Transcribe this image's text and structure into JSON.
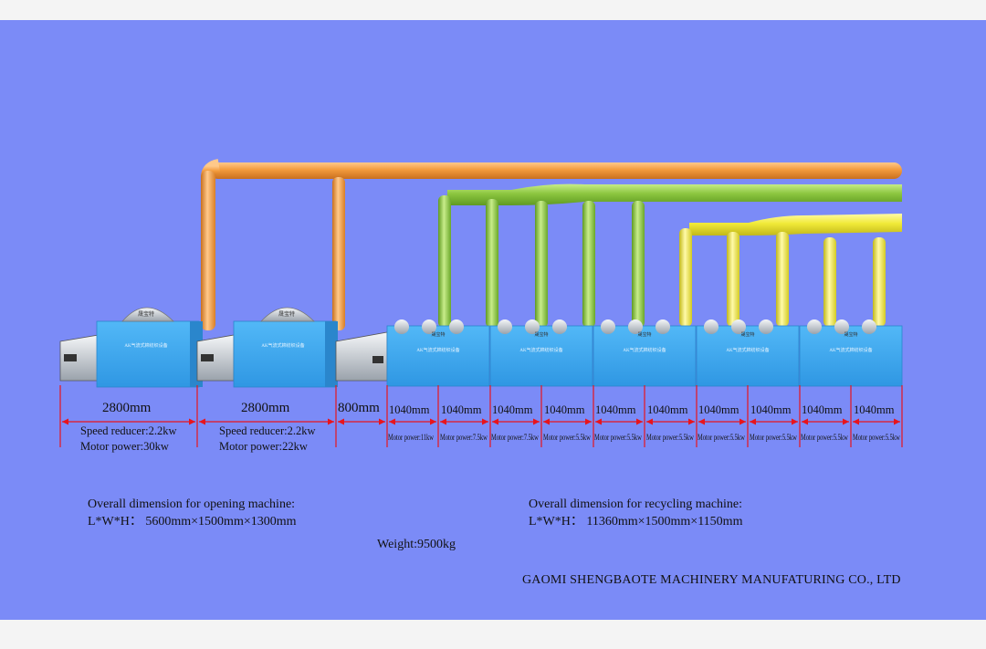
{
  "colors": {
    "background": "#7b8bf7",
    "page_border": "#f4f4f4",
    "machine_body": "#3aa8f2",
    "orange_pipe": "#f29a3c",
    "green_pipe": "#8cc63f",
    "yellow_pipe": "#f1ea38",
    "dimension_line": "#e8141c"
  },
  "opening_machines": [
    {
      "label": "2800mm",
      "speed_reducer": "Speed reducer:2.2kw",
      "motor_power": "Motor power:30kw"
    },
    {
      "label": "2800mm",
      "speed_reducer": "Speed reducer:2.2kw",
      "motor_power": "Motor power:22kw"
    }
  ],
  "gap_label": "800mm",
  "recycling_units": [
    {
      "label": "1040mm",
      "motor": "Motor power:11kw"
    },
    {
      "label": "1040mm",
      "motor": "Motor power:7.5kw"
    },
    {
      "label": "1040mm",
      "motor": "Motor power:7.5kw"
    },
    {
      "label": "1040mm",
      "motor": "Motor power:5.5kw"
    },
    {
      "label": "1040mm",
      "motor": "Motor power:5.5kw"
    },
    {
      "label": "1040mm",
      "motor": "Motor power:5.5kw"
    },
    {
      "label": "1040mm",
      "motor": "Motor power:5.5kw"
    },
    {
      "label": "1040mm",
      "motor": "Motor power:5.5kw"
    },
    {
      "label": "1040mm",
      "motor": "Motor power:5.5kw"
    },
    {
      "label": "1040mm",
      "motor": "Motor power:5.5kw"
    }
  ],
  "overall_opening": {
    "title": "Overall dimension for opening machine:",
    "value": "L*W*H： 5600mm×1500mm×1300mm"
  },
  "overall_recycling": {
    "title": "Overall dimension for recycling machine:",
    "value": "L*W*H： 11360mm×1500mm×1150mm"
  },
  "weight": "Weight:9500kg",
  "company": "GAOMI SHENGBAOTE MACHINERY MANUFATURING CO., LTD"
}
